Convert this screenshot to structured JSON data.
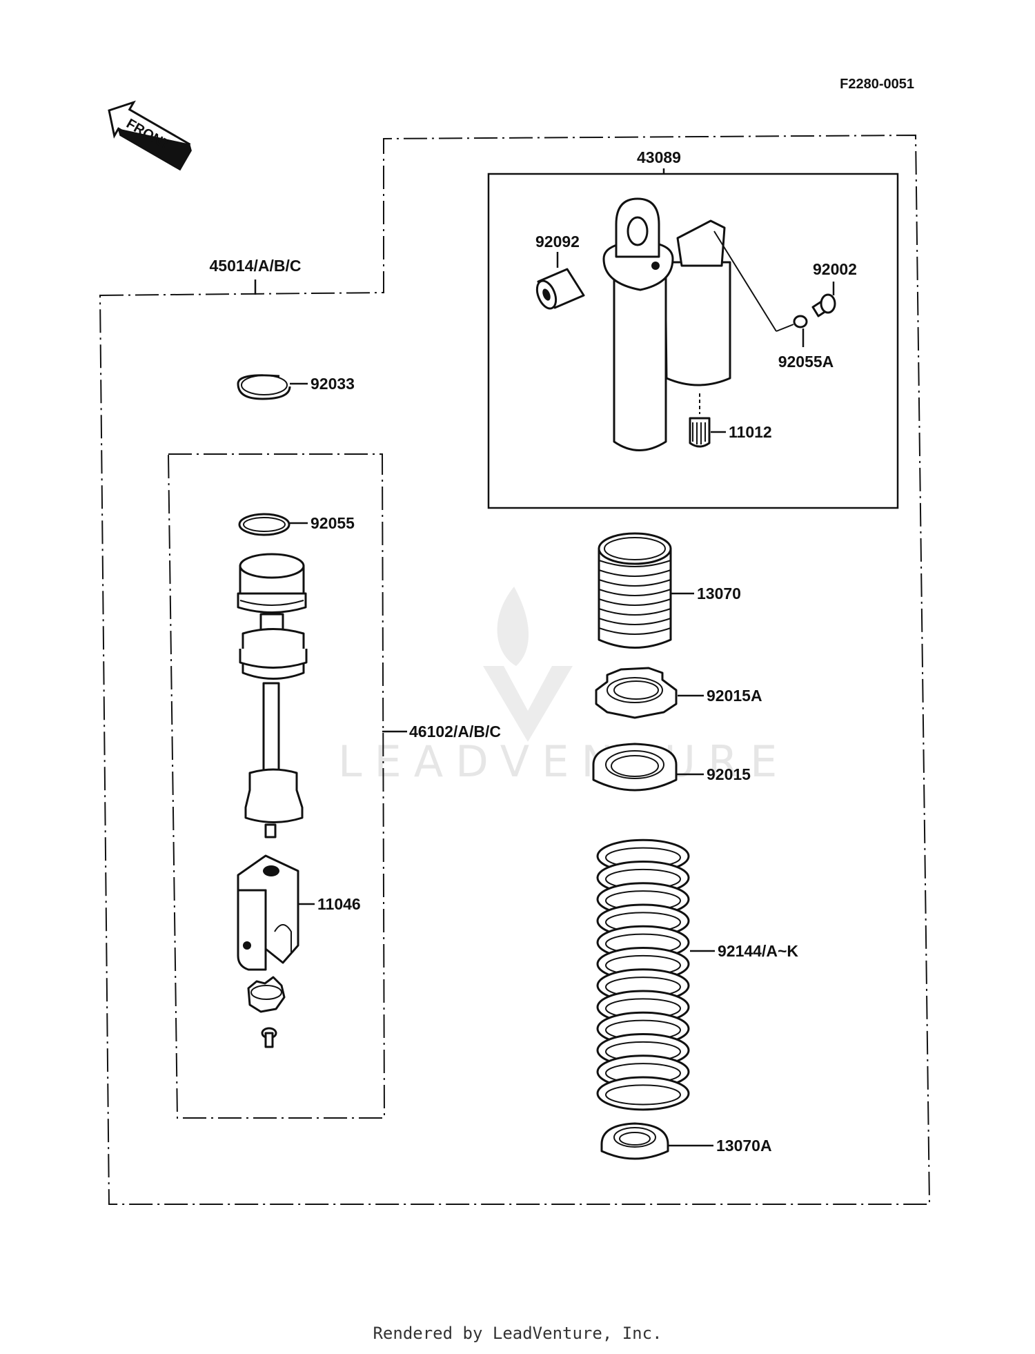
{
  "drawing_number": "F2280-0051",
  "front_label": "FRONT",
  "watermark": "LEADVENTURE",
  "footer": "Rendered by LeadVenture, Inc.",
  "part_numbers": {
    "shock_assembly": "45014/A/B/C",
    "reservoir_assembly": "43089",
    "bushing": "92092",
    "bolt": "92002",
    "washer": "92055A",
    "valve": "11012",
    "ring": "92033",
    "piston_rod_assembly": "46102/A/B/C",
    "o_ring": "92055",
    "spring_guide": "13070",
    "locknut_a": "92015A",
    "locknut": "92015",
    "end_bracket": "11046",
    "spring": "92144/A~K",
    "spring_seat": "13070A"
  }
}
